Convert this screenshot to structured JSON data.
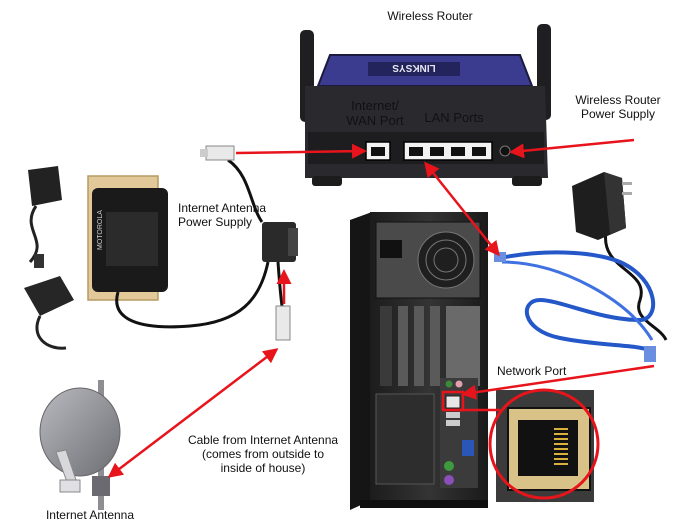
{
  "labels": {
    "wireless_router": "Wireless Router",
    "wan_port": "Internet/\nWAN Port",
    "lan_ports": "LAN Ports",
    "router_power": "Wireless Router\nPower Supply",
    "antenna_power": "Internet Antenna\nPower Supply",
    "network_port": "Network Port",
    "cable_desc": "Cable from Internet Antenna\n(comes from outside to\ninside of house)",
    "internet_antenna": "Internet Antenna"
  },
  "logos": {
    "router_brand": "LINKSYS",
    "adapter_brand": "MOTOROLA"
  },
  "colors": {
    "arrow": "#e8141c",
    "router_body": "#2a2a2e",
    "router_face": "#3b3c8f",
    "tower_body": "#222222",
    "cable_blue": "#2457c8",
    "adapter_black": "#1a1a1a",
    "dish_gray": "#8a8b90"
  }
}
